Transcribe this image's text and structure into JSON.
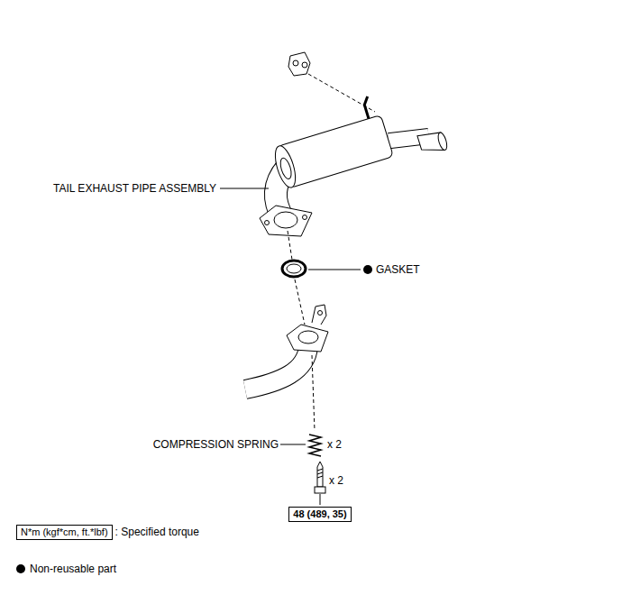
{
  "diagram": {
    "nodes": [
      {
        "text": [
          "48 (489, 35)"
        ]
      },
      {
        "text": [
          "N*m (kgf*cm, ft.*lbf)"
        ]
      }
    ],
    "labels": [
      "TAIL EXHAUST PIPE ASSEMBLY",
      "GASKET",
      "COMPRESSION SPRING",
      "x 2",
      "x 2",
      ": Specified torque"
    ],
    "legend": [
      {
        "text": "Non-reusable part"
      }
    ]
  }
}
